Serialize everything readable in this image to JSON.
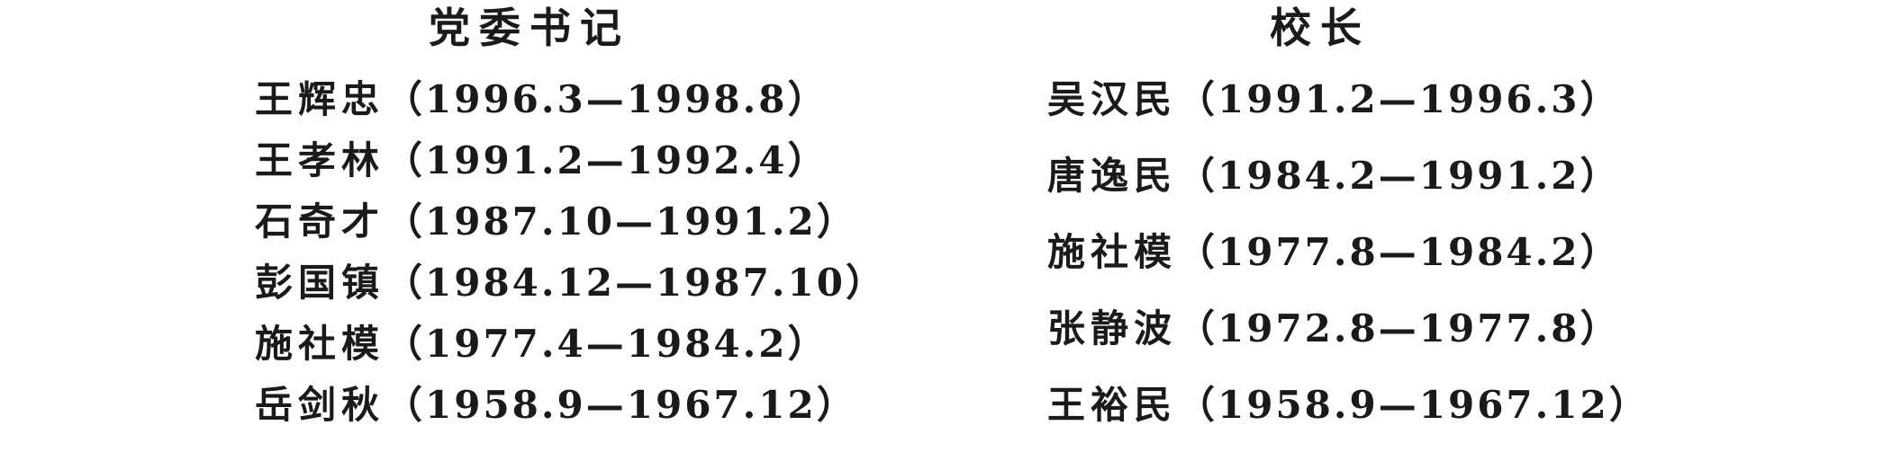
{
  "party_secretaries": {
    "heading": "党委书记",
    "entries": [
      {
        "name": "王辉忠",
        "period": "（1996.3—1998.8）"
      },
      {
        "name": "王孝林",
        "period": "（1991.2—1992.4）"
      },
      {
        "name": "石奇才",
        "period": "（1987.10—1991.2）"
      },
      {
        "name": "彭国镇",
        "period": "（1984.12—1987.10）"
      },
      {
        "name": "施社模",
        "period": "（1977.4—1984.2）"
      },
      {
        "name": "岳剑秋",
        "period": "（1958.9—1967.12）"
      }
    ]
  },
  "presidents": {
    "heading": "校长",
    "entries": [
      {
        "name": "吴汉民",
        "period": "（1991.2—1996.3）"
      },
      {
        "name": "唐逸民",
        "period": "（1984.2—1991.2）"
      },
      {
        "name": "施社模",
        "period": "（1977.8—1984.2）"
      },
      {
        "name": "张静波",
        "period": "（1972.8—1977.8）"
      },
      {
        "name": "王裕民",
        "period": "（1958.9—1967.12）"
      }
    ]
  }
}
